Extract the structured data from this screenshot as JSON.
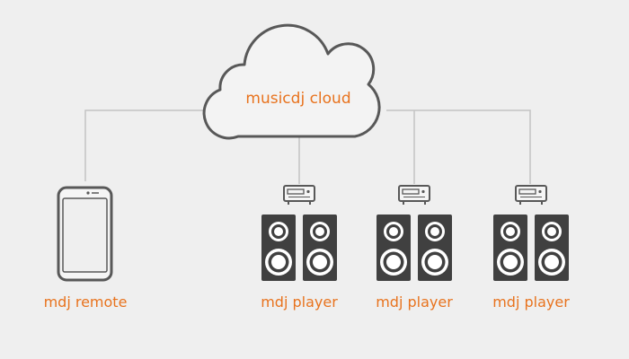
{
  "cloud": {
    "label": "musicdj cloud"
  },
  "remote": {
    "label": "mdj remote"
  },
  "players": [
    {
      "label": "mdj player"
    },
    {
      "label": "mdj player"
    },
    {
      "label": "mdj player"
    }
  ],
  "colors": {
    "accent": "#e8731e",
    "line": "#c3c3c3",
    "icon_stroke": "#585858",
    "icon_fill_light": "#f5f5f5",
    "speaker_body": "#404040",
    "background": "#efefef"
  },
  "icons": {
    "cloud": "cloud-icon",
    "phone": "smartphone-icon",
    "receiver": "receiver-icon",
    "speaker": "speaker-icon"
  }
}
